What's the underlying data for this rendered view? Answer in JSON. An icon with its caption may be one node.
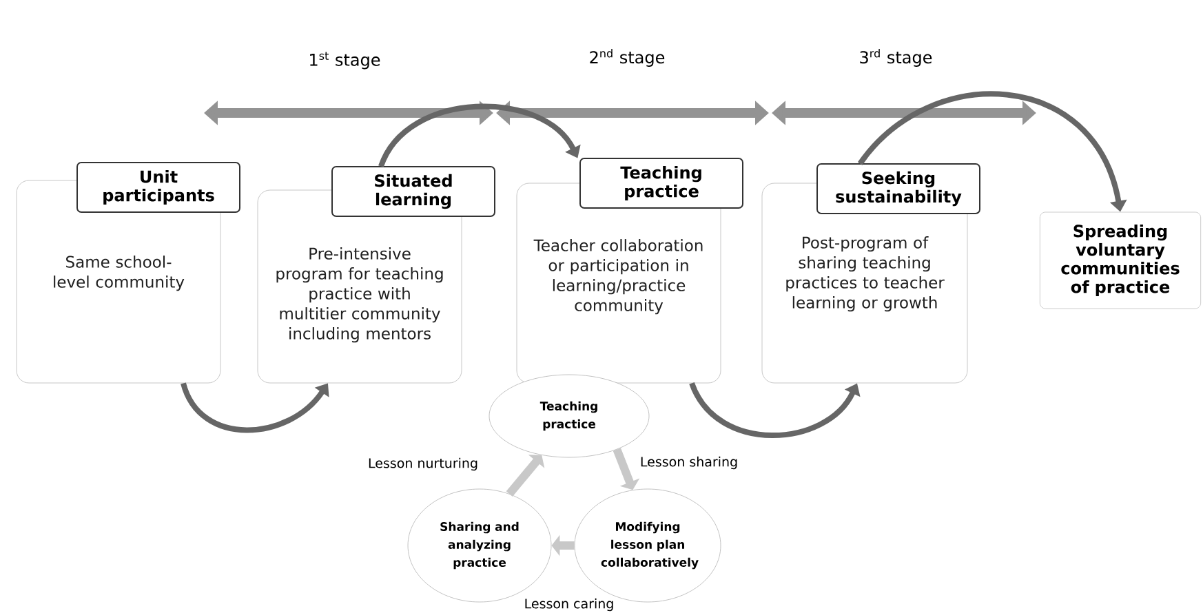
{
  "diagram": {
    "nodes": [
      {
        "text": [
          "Unit participants",
          "Same school-level community"
        ]
      },
      {
        "text": [
          "Situated learning",
          "Pre-intensive program for teaching practice with multitier community including mentors"
        ]
      },
      {
        "text": [
          "Teaching practice",
          "Teacher collaboration or participation in learning/practice community"
        ]
      },
      {
        "text": [
          "Seeking sustainability",
          "Post-program of sharing teaching practices to teacher learning or growth"
        ]
      },
      {
        "text": [
          "Spreading voluntary communities of practice"
        ]
      },
      {
        "text": [
          "Teaching practice"
        ]
      },
      {
        "text": [
          "Modifying lesson plan collaboratively"
        ]
      },
      {
        "text": [
          "Sharing and analyzing practice"
        ]
      }
    ],
    "edges": [
      {
        "from": 0,
        "to": 1,
        "arrow": "to"
      },
      {
        "from": 1,
        "to": 2,
        "arrow": "to"
      },
      {
        "from": 2,
        "to": 3,
        "arrow": "to"
      },
      {
        "from": 3,
        "to": 4,
        "arrow": "to"
      },
      {
        "from": 5,
        "to": 6,
        "arrow": "to",
        "color": "#c8c8c8",
        "label": "Lesson sharing"
      },
      {
        "from": 6,
        "to": 7,
        "arrow": "to",
        "color": "#c8c8c8",
        "label": "Lesson caring"
      },
      {
        "from": 7,
        "to": 5,
        "arrow": "to",
        "color": "#c8c8c8",
        "label": "Lesson nurturing"
      }
    ],
    "labels": [
      "1$^{st}$ stage",
      "2$^{nd}$ stage",
      "3$^{rd}$ stage"
    ]
  }
}
